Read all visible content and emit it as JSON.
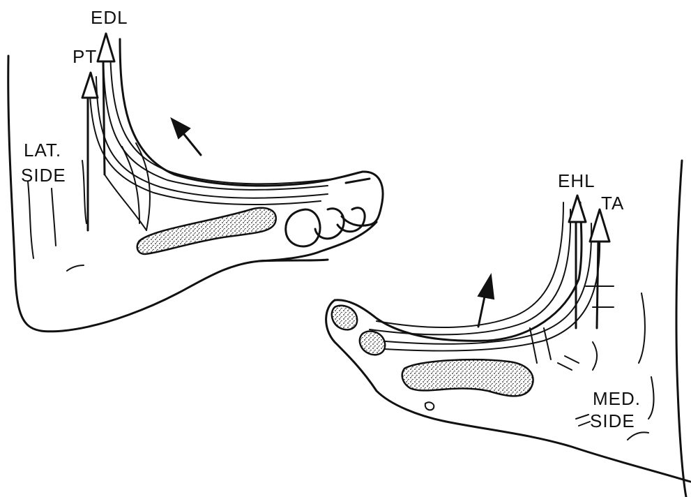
{
  "labels": {
    "edl": "EDL",
    "pt": "PT",
    "lat_side_line1": "LAT.",
    "lat_side_line2": "SIDE",
    "ehl": "EHL",
    "ta": "TA",
    "med_side_line1": "MED.",
    "med_side_line2": "SIDE"
  },
  "icons": [
    "rotation-arrow-icon"
  ],
  "colors": {
    "ink": "#111111",
    "paper": "#ffffff"
  }
}
